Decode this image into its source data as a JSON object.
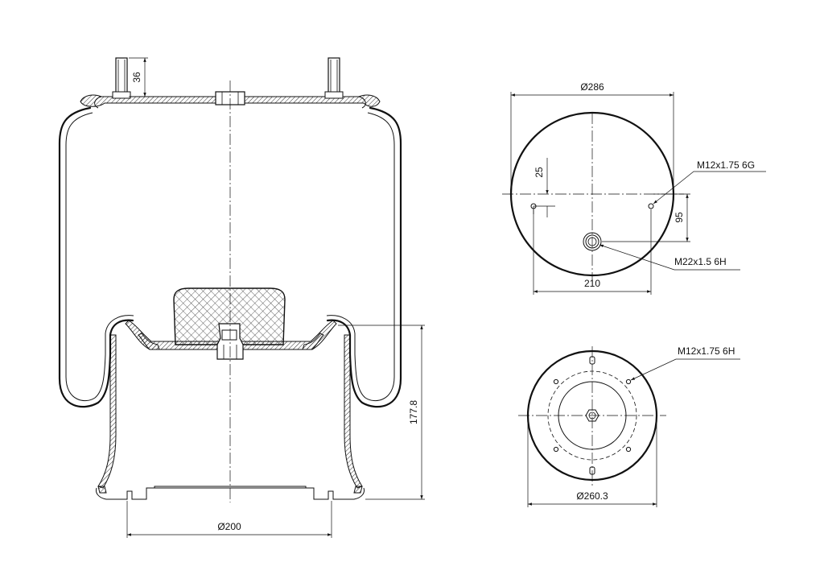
{
  "dimensions": {
    "stud_length": "36",
    "piston_height": "177.8",
    "piston_base_dia": "Ø200",
    "top_plate_dia": "Ø286",
    "top_offset_25": "25",
    "top_offset_95": "95",
    "top_hole_spacing": "210",
    "bottom_bolt_circle": "Ø260.3"
  },
  "callouts": {
    "top_stud_thread": "M12x1.75 6G",
    "air_inlet_thread": "M22x1.5 6H",
    "bottom_hole_thread": "M12x1.75 6H"
  }
}
